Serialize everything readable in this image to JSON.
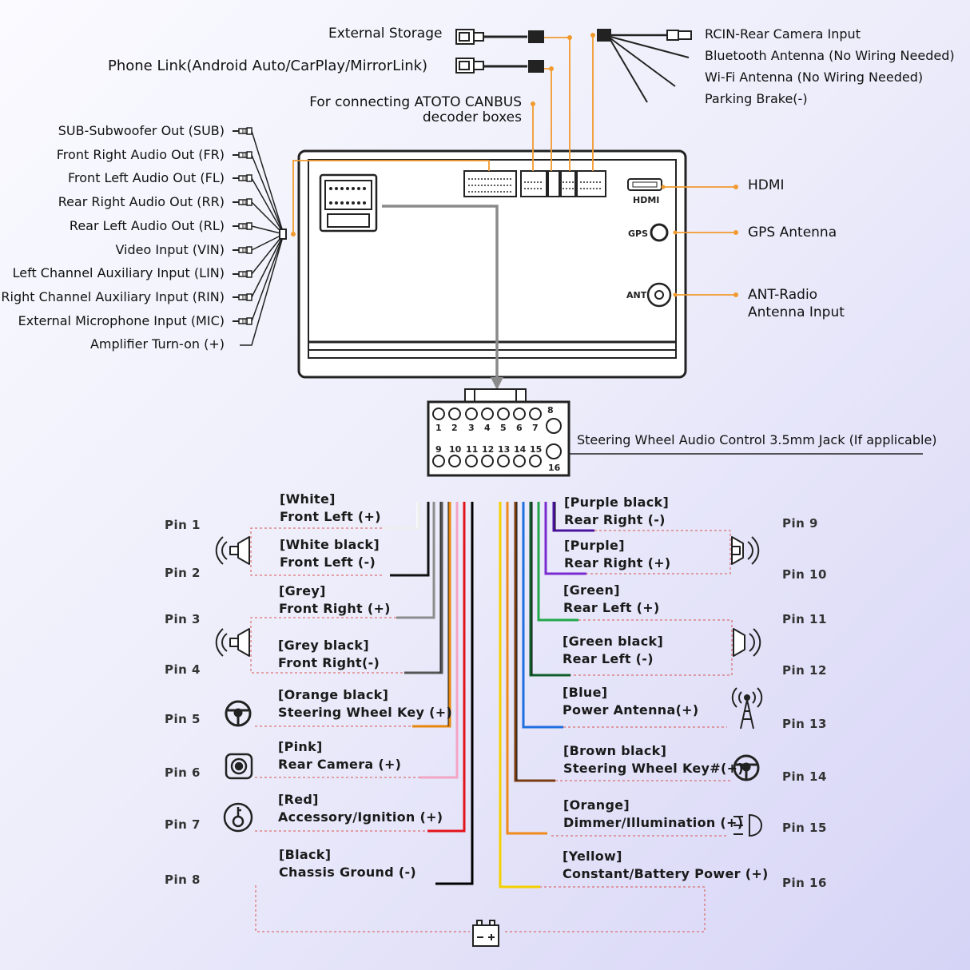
{
  "colors": {
    "orange_line": "#f29a2e",
    "dashed": "#d9534f",
    "outline": "#222222"
  },
  "top_connectors": {
    "external_storage": "External Storage",
    "phone_link": "Phone Link(Android Auto/CarPlay/MirrorLink)",
    "canbus_line1": "For connecting ATOTO CANBUS",
    "canbus_line2": "decoder boxes",
    "camera": "RCIN-Rear Camera Input",
    "bluetooth": "Bluetooth Antenna (No Wiring Needed)",
    "wifi": "Wi-Fi Antenna (No Wiring Needed)",
    "parking": "Parking Brake(-)"
  },
  "rca_outputs": [
    "SUB-Subwoofer Out (SUB)",
    "Front Right Audio Out (FR)",
    "Front Left Audio Out (FL)",
    "Rear Right Audio Out (RR)",
    "Rear Left Audio Out (RL)",
    "Video Input (VIN)",
    "Left Channel Auxiliary Input (LIN)",
    "Right Channel Auxiliary Input (RIN)",
    "External Microphone Input (MIC)",
    "Amplifier Turn-on (+)"
  ],
  "right_ports": {
    "hdmi_tag": "HDMI",
    "hdmi": "HDMI",
    "gps_tag": "GPS",
    "gps": "GPS Antenna",
    "ant_tag": "ANT",
    "ant_line1": "ANT-Radio",
    "ant_line2": "Antenna Input"
  },
  "harness": {
    "top_numbers": [
      "1",
      "2",
      "3",
      "4",
      "5",
      "6",
      "7",
      "8"
    ],
    "bottom_numbers": [
      "9",
      "10",
      "11",
      "12",
      "13",
      "14",
      "15",
      "16"
    ],
    "steering_jack": "Steering Wheel Audio Control 3.5mm Jack (If applicable)"
  },
  "left_pins": [
    {
      "pin": "Pin 1",
      "color": "[White]",
      "func": "Front Left (+)",
      "wire": "#eeeeee"
    },
    {
      "pin": "Pin 2",
      "color": "[White black]",
      "func": "Front Left (-)",
      "wire": "#111111"
    },
    {
      "pin": "Pin 3",
      "color": "[Grey]",
      "func": "Front Right (+)",
      "wire": "#8c8c8c"
    },
    {
      "pin": "Pin 4",
      "color": "[Grey black]",
      "func": "Front Right(-)",
      "wire": "#555555"
    },
    {
      "pin": "Pin 5",
      "color": "[Orange black]",
      "func": "Steering Wheel Key (+)",
      "wire": "#e8870e"
    },
    {
      "pin": "Pin 6",
      "color": "[Pink]",
      "func": "Rear Camera (+)",
      "wire": "#f2a5c4"
    },
    {
      "pin": "Pin 7",
      "color": "[Red]",
      "func": "Accessory/Ignition (+)",
      "wire": "#e3121b"
    },
    {
      "pin": "Pin 8",
      "color": "[Black]",
      "func": "Chassis Ground (-)",
      "wire": "#000000"
    }
  ],
  "right_pins": [
    {
      "pin": "Pin 9",
      "color": "[Purple black]",
      "func": "Rear Right (-)",
      "wire": "#4b14a0"
    },
    {
      "pin": "Pin 10",
      "color": "[Purple]",
      "func": "Rear Right (+)",
      "wire": "#7a2bd0"
    },
    {
      "pin": "Pin 11",
      "color": "[Green]",
      "func": "Rear Left (+)",
      "wire": "#22a84a"
    },
    {
      "pin": "Pin 12",
      "color": "[Green black]",
      "func": "Rear Left (-)",
      "wire": "#0f5e2a"
    },
    {
      "pin": "Pin 13",
      "color": "[Blue]",
      "func": "Power Antenna(+)",
      "wire": "#1f6fe0"
    },
    {
      "pin": "Pin 14",
      "color": "[Brown black]",
      "func": "Steering Wheel Key#(+)",
      "wire": "#7a3d12"
    },
    {
      "pin": "Pin 15",
      "color": "[Orange]",
      "func": "Dimmer/Illumination (+)",
      "wire": "#f08a1c"
    },
    {
      "pin": "Pin 16",
      "color": "[Yellow]",
      "func": "Constant/Battery Power (+)",
      "wire": "#f5d000"
    }
  ]
}
